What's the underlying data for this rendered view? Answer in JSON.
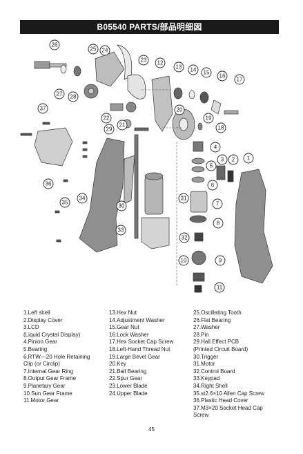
{
  "header": {
    "title": "B05540 PARTS/部品明细図"
  },
  "callouts": [
    "26",
    "25",
    "24",
    "23",
    "12",
    "13",
    "14",
    "15",
    "16",
    "17",
    "27",
    "28",
    "22",
    "21",
    "20",
    "19",
    "18",
    "37",
    "29",
    "4",
    "3",
    "2",
    "1",
    "5",
    "6",
    "7",
    "8",
    "36",
    "35",
    "34",
    "30",
    "31",
    "33",
    "32",
    "9",
    "10",
    "11"
  ],
  "legend": {
    "col1": [
      "1.Left shell",
      "2.Display Cover",
      "3.LCD",
      "(Liquid Crystal Display)",
      "4.Pinion Gear",
      "5.Bearing",
      "6.RTW—20 Hole Retaining",
      "Clip (or Circlip)",
      "7.Internal Gear Ring",
      "8.Output Gear Frame",
      "9.Planetary Gear",
      "10.Sun Gear Frame",
      "11.Motor Gear"
    ],
    "col2": [
      "13.Hex Nut",
      "14.Adjustment Washer",
      "15.Gear Nut",
      "16.Lock Washer",
      "17.Hex Socket Cap Screw",
      "18.Left-Hand Thread Nut",
      "19.Large Bevel Gear",
      "20.Key",
      "21.Ball Bearing",
      "22.Spur Gear",
      "23.Lower Blade",
      "24.Upper Blade"
    ],
    "col3": [
      "25.Oscillating Tooth",
      "26.Flat Bearing",
      "27.Washer",
      "28.Pin",
      "29.Hall Effect PCB",
      "(Printed Circuit Board)",
      "30.Trigger",
      "31.Motor",
      "32.Control Board",
      "33.Keypad",
      "34.Right Shell",
      "35.st2.6×10 Allen Cap Screw",
      "36.Plastic Head Cover",
      "37.M3×20 Socket Head Cap",
      "Screw"
    ]
  },
  "footer": {
    "page_number": "45"
  }
}
